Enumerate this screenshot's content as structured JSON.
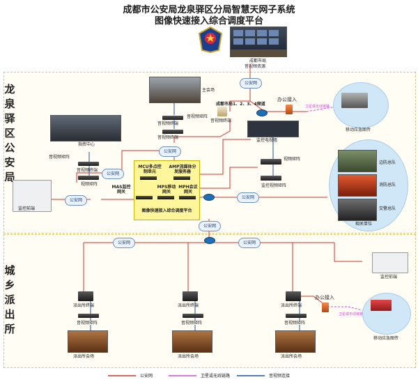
{
  "title": {
    "line1": "成都市公安局龙泉驿区分局智慧天网子系统",
    "line2": "图像快速接入综合调度平台"
  },
  "sections": {
    "top_label": "龙泉驿区公安局",
    "bottom_label": "城乡派出所"
  },
  "labels": {
    "city_resource": "成都市局",
    "city_resource2": "音视频资源",
    "main_venue": "主会场",
    "cmd_center": "指挥中心",
    "av_matrix_1": "音视频矩阵",
    "av_matrix_2": "音视频矩阵",
    "av_terminal_1": "音视频终端",
    "av_terminal_2": "音视频终端",
    "video_matrix_1": "视频矩阵",
    "av_terminal_3": "音视频终端",
    "city_channels": "成都市局1、2、3、4频道",
    "monitor_wall": "监控电视墙",
    "video_matrix_2": "视频矩阵",
    "monitor_matrix": "监控视频矩阵",
    "office_access_top": "办公接入",
    "sat_link_top": "卫星或无线链路",
    "mobile_vehicle_top": "移动应急图传",
    "monitor_front_left": "监控前端",
    "unit_border": "边防总队",
    "unit_fire": "消防总队",
    "unit_traffic": "交警总队",
    "related_units": "相关单位",
    "mcu": "MCU多点控制单元",
    "amp": "AMP流媒体分发服务器",
    "mas": "MAS监控网关",
    "mps": "MPS移动网关",
    "mph": "MPH会议网关",
    "platform_name": "图像快速接入综合调度平台",
    "monitor_front_right": "监控前端",
    "station_terminal": "派出所终端",
    "station_matrix": "音视频矩阵",
    "station_venue": "派出所会场",
    "office_access_bottom": "办公接入",
    "sat_link_bottom": "卫星或无线链路",
    "mobile_vehicle_bottom": "移动应急图传"
  },
  "cloud_label": "公安网",
  "legend": [
    {
      "label": "公安网",
      "color": "#d2322d"
    },
    {
      "label": "卫星或无线链路",
      "color": "#d24fd8"
    },
    {
      "label": "音视频连接",
      "color": "#1f4fa8"
    }
  ]
}
